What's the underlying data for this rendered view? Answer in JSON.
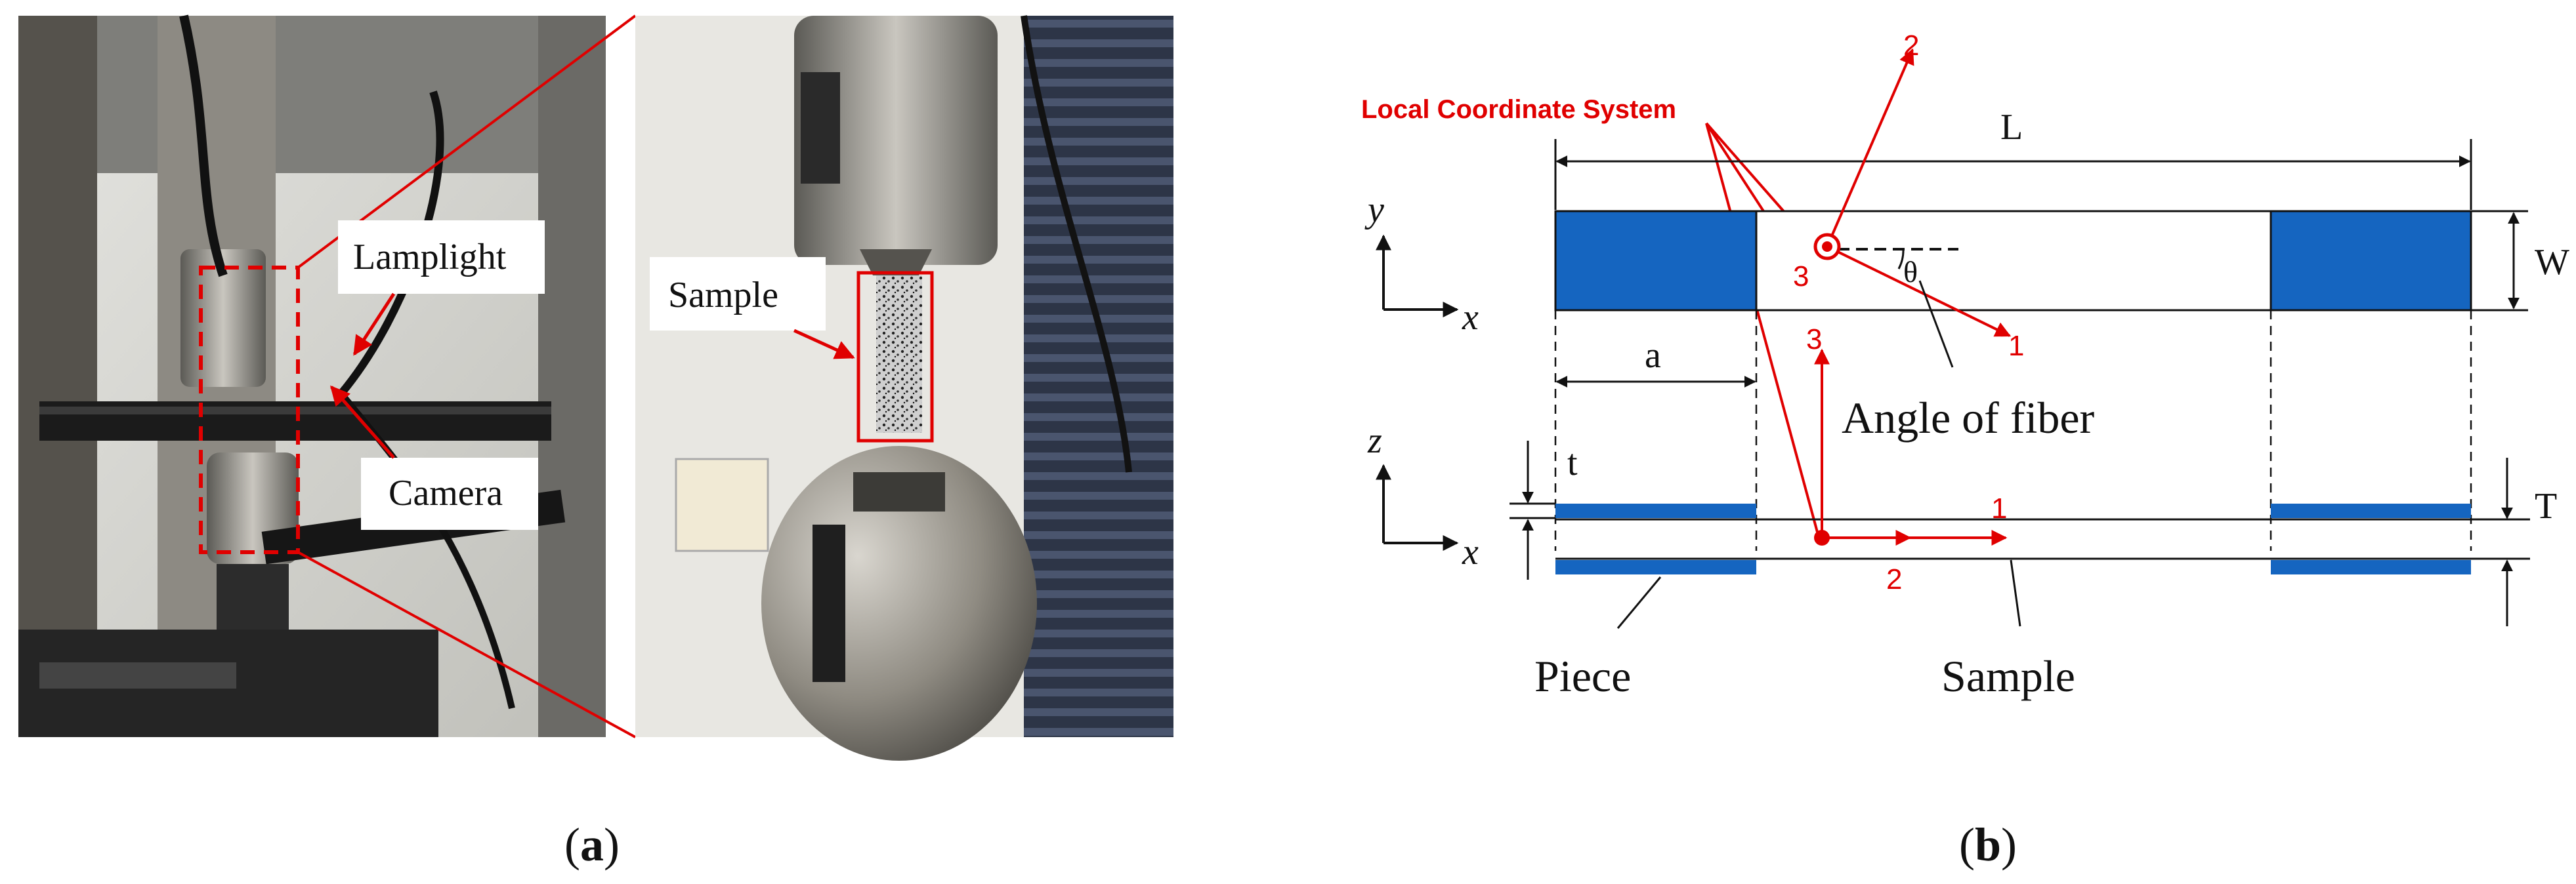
{
  "panel_a": {
    "label_open": "(",
    "label_letter": "a",
    "label_close": ")",
    "callouts": {
      "lamplight": "Lamplight",
      "camera": "Camera",
      "sample": "Sample"
    }
  },
  "panel_b": {
    "label_open": "(",
    "label_letter": "b",
    "label_close": ")",
    "title": "Local Coordinate System",
    "dims": {
      "L": "L",
      "W": "W",
      "a": "a",
      "t": "t",
      "T": "T"
    },
    "axes_top": {
      "y": "y",
      "x": "x"
    },
    "axes_bottom": {
      "z": "z",
      "x": "x"
    },
    "local_axes_top": {
      "one": "1",
      "two": "2",
      "three": "3"
    },
    "local_axes_bottom": {
      "one": "1",
      "two": "2",
      "three": "3"
    },
    "theta": "θ",
    "angle_label": "Angle of fiber",
    "piece_label": "Piece",
    "sample_label": "Sample"
  },
  "colors": {
    "tab_blue": "#1565c0",
    "annotation_red": "#e00000"
  }
}
